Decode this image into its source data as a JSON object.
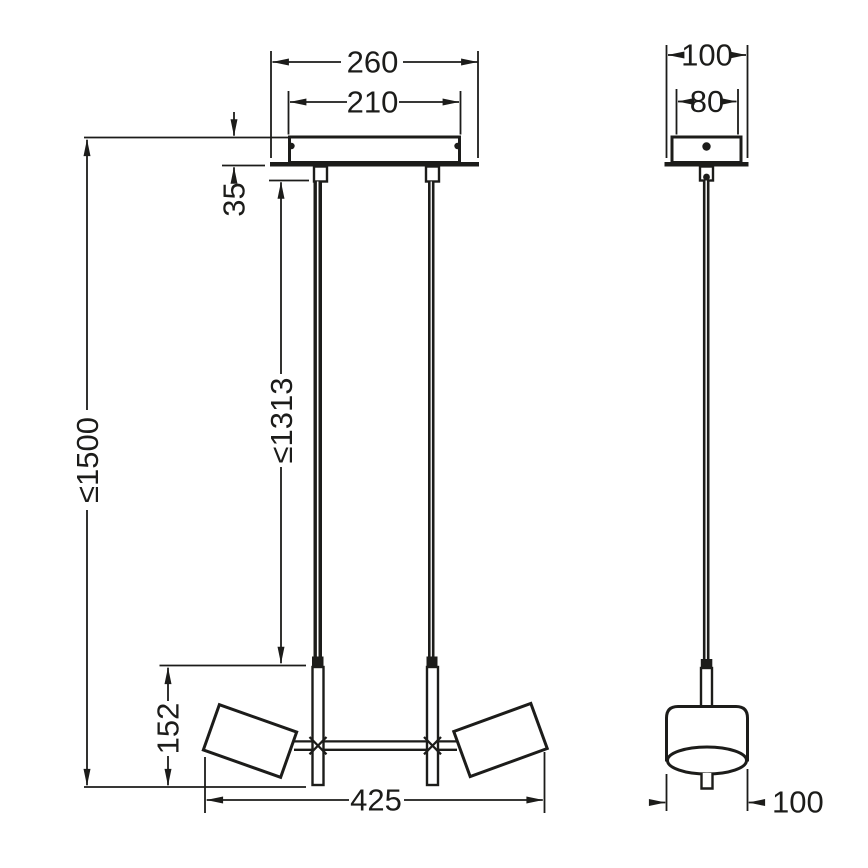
{
  "drawing_title": "pendant-lamp-dimension-drawing",
  "front_view": {
    "canopy_width_outer": "260",
    "canopy_width_inner": "210",
    "canopy_height": "35",
    "overall_height_max": "≤1500",
    "suspension_length_max": "≤1313",
    "spot_section_height": "152",
    "fixture_width": "425"
  },
  "side_view": {
    "canopy_depth_outer": "100",
    "canopy_depth_inner": "80",
    "shade_diameter": "100"
  },
  "colors": {
    "line": "#1c1c1a",
    "background": "#ffffff"
  }
}
